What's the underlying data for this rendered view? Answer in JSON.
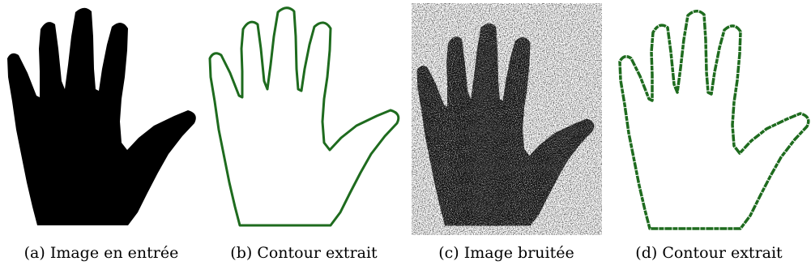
{
  "figure": {
    "panels": [
      {
        "caption": "(a) Image en entrée"
      },
      {
        "caption": "(b) Contour extrait",
        "contour_color": "#1e6b1e"
      },
      {
        "caption": "(c) Image bruitée"
      },
      {
        "caption": "(d) Contour extrait",
        "contour_color": "#1e6b1e"
      }
    ]
  }
}
